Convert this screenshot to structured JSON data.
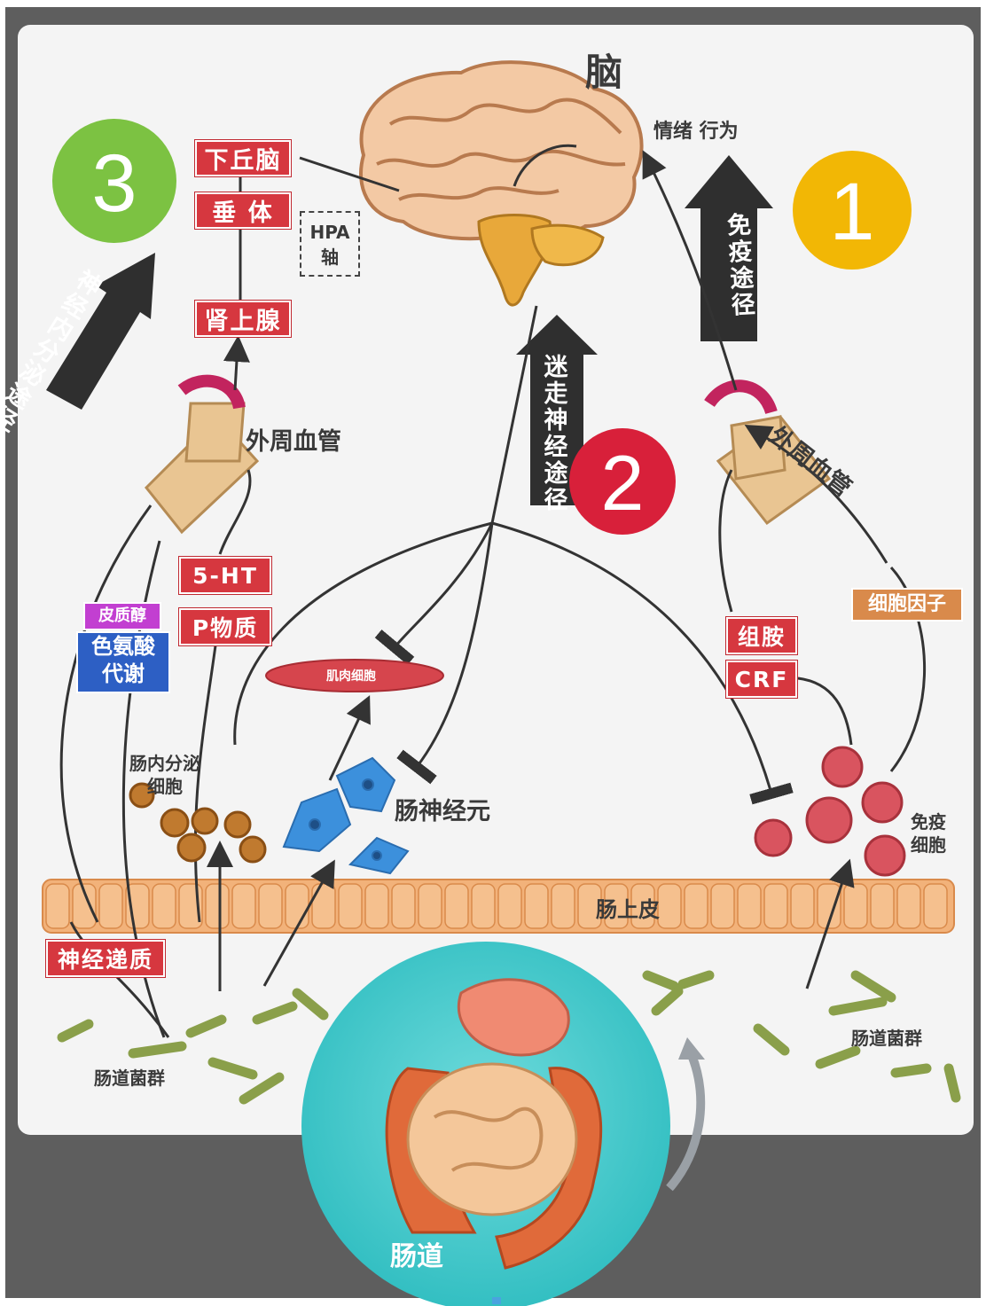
{
  "brain": {
    "title": "脑",
    "output": "情绪 行为"
  },
  "pathways": {
    "immune": {
      "number": "1",
      "label": "免疫途径",
      "color": "#f2b705"
    },
    "vagus": {
      "number": "2",
      "label": "迷走神经途径",
      "color": "#d8203a"
    },
    "neuroendocrine": {
      "number": "3",
      "label": "神经内分泌途径",
      "color": "#7cc242"
    }
  },
  "hpa": {
    "hypothalamus": "下丘脑",
    "pituitary": "垂 体",
    "adrenal": "肾上腺",
    "axis": "HPA\n轴"
  },
  "vessels": {
    "left": "外周血管",
    "right": "外周血管"
  },
  "left_column": {
    "cortisol": "皮质醇",
    "tryptophan": "色氨酸\n代谢",
    "serotonin": "5-HT",
    "substance_p": "P物质",
    "enteroendocrine": "肠内分泌\n细胞",
    "neurotransmitter": "神经递质",
    "microbiota": "肠道菌群"
  },
  "middle": {
    "muscle": "肌肉细胞",
    "enteric_neuron": "肠神经元",
    "epithelium": "肠上皮"
  },
  "right_column": {
    "histamine": "组胺",
    "crf": "CRF",
    "cytokines": "细胞因子",
    "immune_cells": "免疫\n细胞",
    "microbiota": "肠道菌群"
  },
  "gut": {
    "label": "肠道"
  }
}
